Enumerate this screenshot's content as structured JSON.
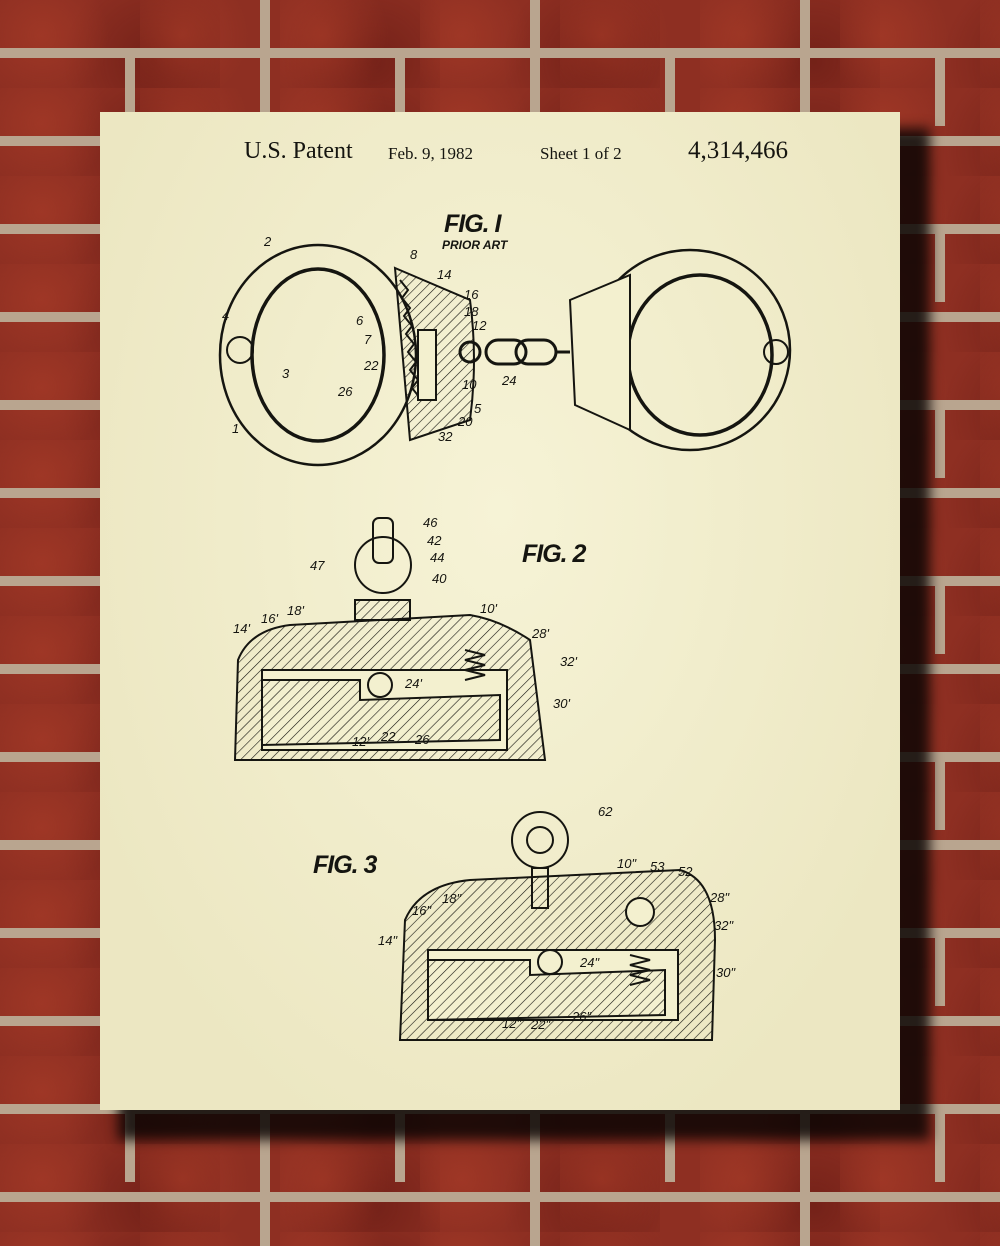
{
  "header": {
    "title": "U.S. Patent",
    "date": "Feb. 9, 1982",
    "sheet": "Sheet 1 of 2",
    "number": "4,314,466"
  },
  "fig1": {
    "title": "FIG. I",
    "subtitle": "PRIOR ART",
    "labels": [
      "2",
      "8",
      "14",
      "16",
      "18",
      "12",
      "6",
      "7",
      "4",
      "3",
      "22",
      "26",
      "24",
      "10",
      "5",
      "20",
      "32",
      "1"
    ]
  },
  "fig2": {
    "title": "FIG. 2",
    "labels": [
      "46",
      "42",
      "44",
      "47",
      "40",
      "14'",
      "16'",
      "18'",
      "10'",
      "28'",
      "32'",
      "24'",
      "30'",
      "12'",
      "22",
      "26"
    ]
  },
  "fig3": {
    "title": "FIG. 3",
    "labels": [
      "62",
      "10\"",
      "53",
      "52",
      "28\"",
      "32\"",
      "16\"",
      "18\"",
      "14\"",
      "24\"",
      "30\"",
      "12\"",
      "22\"",
      "26\""
    ]
  },
  "colors": {
    "paper": "#f3f0cf",
    "ink": "#151510",
    "brick": "#8e2f22",
    "mortar": "#b9a58f"
  }
}
